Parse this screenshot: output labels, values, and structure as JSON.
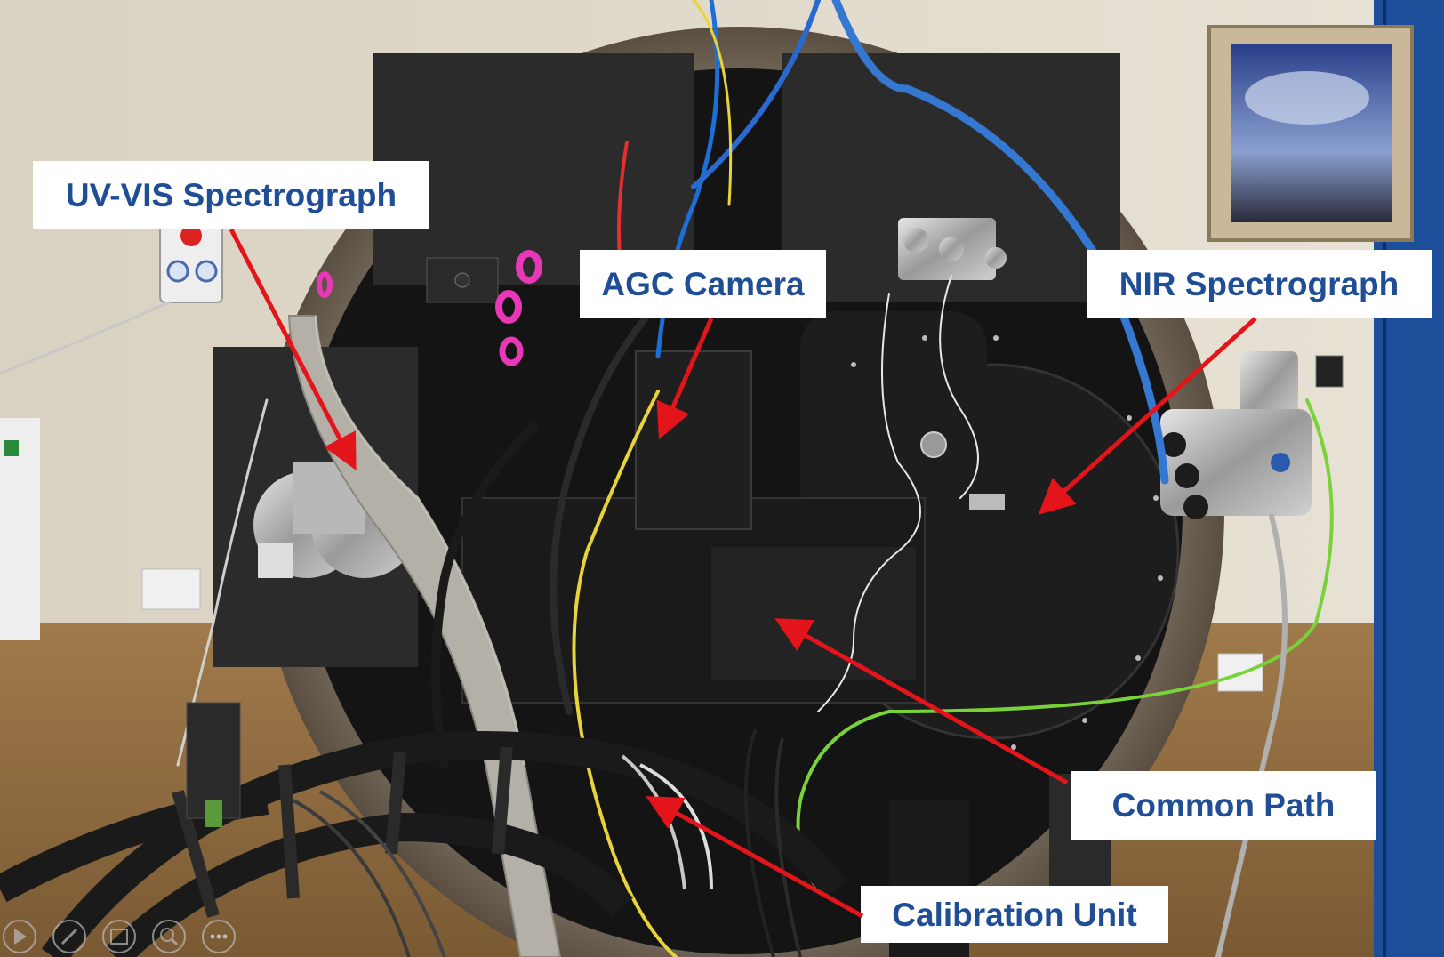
{
  "labels": {
    "uv_vis": "UV-VIS Spectrograph",
    "agc": "AGC Camera",
    "nir": "NIR Spectrograph",
    "common": "Common Path",
    "calibration": "Calibration Unit"
  },
  "colors": {
    "label_text": "#1f4e96",
    "label_bg": "#ffffff",
    "arrow": "#e4141b"
  },
  "controls": {
    "icons": [
      "play-icon",
      "pen-icon",
      "slides-icon",
      "zoom-icon",
      "more-icon"
    ]
  }
}
